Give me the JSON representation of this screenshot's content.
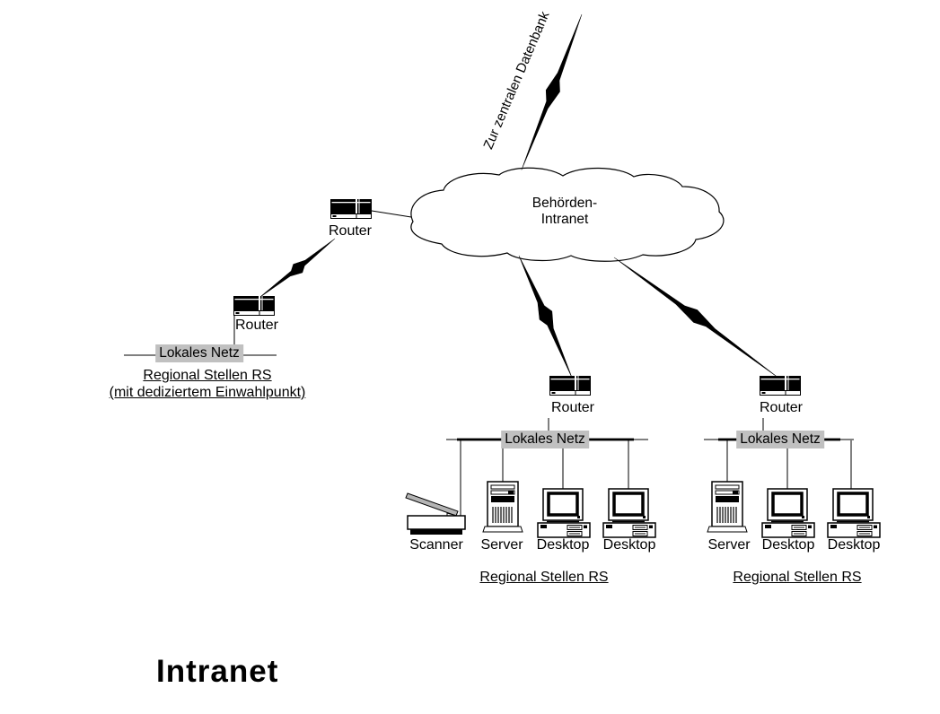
{
  "title": "Intranet",
  "wan_link": {
    "label": "Zur zentralen Datenbank"
  },
  "cloud": {
    "label_line1": "Behörden-",
    "label_line2": "Intranet"
  },
  "routers": {
    "top_left": {
      "label": "Router"
    },
    "left": {
      "label": "Router"
    },
    "middle": {
      "label": "Router"
    },
    "right": {
      "label": "Router"
    }
  },
  "sites": {
    "left": {
      "lan_label": "Lokales Netz",
      "name": "Regional Stellen RS",
      "note": "(mit dediziertem Einwahlpunkt)"
    },
    "middle": {
      "lan_label": "Lokales Netz",
      "name": "Regional Stellen RS",
      "devices": [
        "Scanner",
        "Server",
        "Desktop",
        "Desktop"
      ]
    },
    "right": {
      "lan_label": "Lokales Netz",
      "name": "Regional Stellen RS",
      "devices": [
        "Server",
        "Desktop",
        "Desktop"
      ]
    }
  },
  "colors": {
    "lan_label_bg": "#c0c0c0",
    "line": "#000000",
    "background": "#ffffff"
  }
}
